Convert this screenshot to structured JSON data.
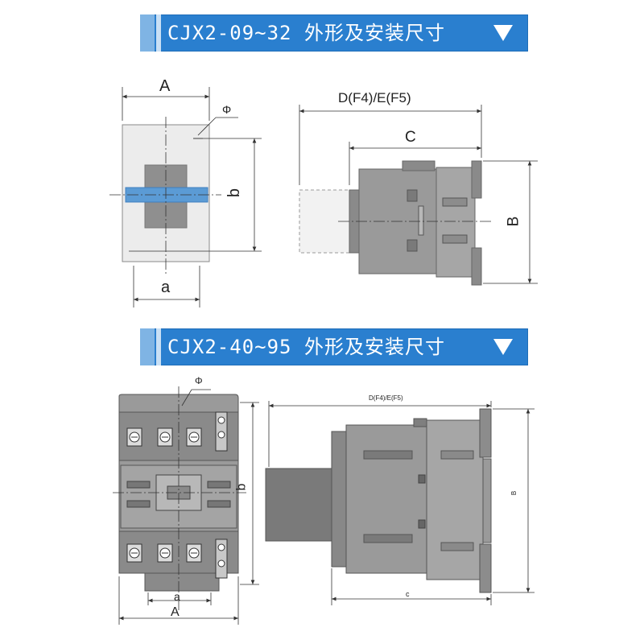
{
  "banners": [
    {
      "title": "CJX2-09~32 外形及安装尺寸",
      "color": "#2a7fcf"
    },
    {
      "title": "CJX2-40~95 外形及安装尺寸",
      "color": "#2a7fcf"
    }
  ],
  "top": {
    "front": {
      "width_label": "A",
      "mount_width_label": "a",
      "mount_height_label": "b",
      "hole_label": "Φ"
    },
    "side": {
      "depth_label": "D(F4)/E(F5)",
      "body_depth_label": "C",
      "height_label": "B"
    }
  },
  "bottom": {
    "front": {
      "width_label": "A",
      "mount_width_label": "a",
      "mount_height_label": "b",
      "hole_label": "Φ"
    },
    "side": {
      "depth_label": "D(F4)/E(F5)",
      "body_depth_label": "c",
      "height_label": "B"
    }
  },
  "colors": {
    "body": "#9a9a9a",
    "body_dark": "#6f6f6f",
    "accessory": "#7a7a7a",
    "rail": "#5b9bd5",
    "light_body": "#e8e8e8"
  },
  "icons": {
    "arrow": "down-triangle-icon"
  }
}
